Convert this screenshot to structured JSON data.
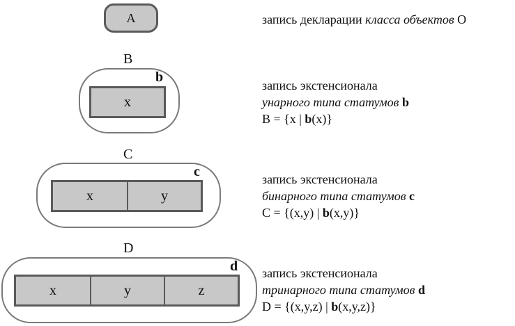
{
  "rowA": {
    "tab_label": "A",
    "desc_prefix": "запись декларации ",
    "desc_italic": "класса объектов",
    "desc_suffix": " O"
  },
  "rowB": {
    "label": "B",
    "badge": "b",
    "cells": [
      "x"
    ],
    "line1": "запись экстенсионала",
    "line2_italic": "унарного типа статумов",
    "line2_bold": "b",
    "line3_prefix": "B = {x | ",
    "line3_bold": "b",
    "line3_suffix": "(x)}"
  },
  "rowC": {
    "label": "C",
    "badge": "c",
    "cells": [
      "x",
      "y"
    ],
    "line1": "запись экстенсионала",
    "line2_italic": "бинарного типа статумов",
    "line2_bold": "c",
    "line3_prefix": "C = {(x,y) | ",
    "line3_bold": "b",
    "line3_suffix": "(x,y)}"
  },
  "rowD": {
    "label": "D",
    "badge": "d",
    "cells": [
      "x",
      "y",
      "z"
    ],
    "line1": "запись экстенсионала",
    "line2_italic": "тринарного типа статумов",
    "line2_bold": "d",
    "line3_prefix": "D = {(x,y,z) | ",
    "line3_bold": "b",
    "line3_suffix": "(x,y,z)}"
  }
}
